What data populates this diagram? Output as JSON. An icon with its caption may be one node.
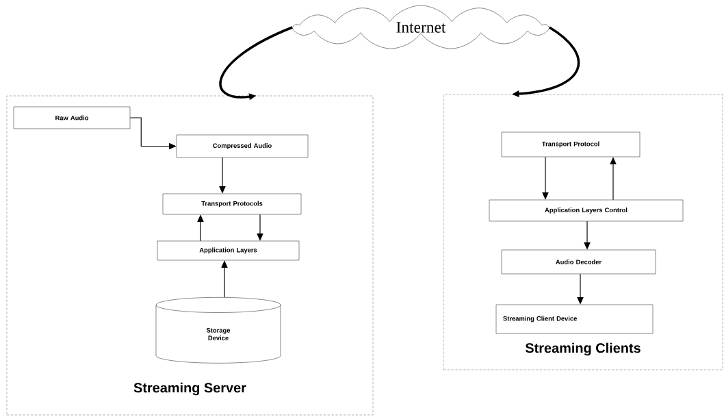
{
  "diagram": {
    "nodes": [
      {
        "text": [
          "Internet"
        ]
      },
      {
        "text": [
          "Streaming Server"
        ]
      },
      {
        "text": [
          "Raw Audio"
        ],
        "in": 1
      },
      {
        "text": [
          "Compressed Audio"
        ],
        "in": 1
      },
      {
        "text": [
          "Transport Protocols"
        ],
        "in": 1
      },
      {
        "text": [
          "Application Layers"
        ],
        "in": 1
      },
      {
        "text": [
          "Storage Device"
        ],
        "in": 1
      },
      {
        "text": [
          "Streaming Clients"
        ]
      },
      {
        "text": [
          "Transport Protocol"
        ],
        "in": 7
      },
      {
        "text": [
          "Application Layers Control"
        ],
        "in": 7
      },
      {
        "text": [
          "Audio Decoder"
        ],
        "in": 7
      },
      {
        "text": [
          "Streaming Client Device"
        ],
        "in": 7
      }
    ],
    "edges": [
      {
        "from": 0,
        "to": 1,
        "arrow": "to",
        "style": "thick"
      },
      {
        "from": 0,
        "to": 7,
        "arrow": "to",
        "style": "thick"
      },
      {
        "from": 2,
        "to": 3,
        "arrow": "to"
      },
      {
        "from": 3,
        "to": 4,
        "arrow": "to"
      },
      {
        "from": 5,
        "to": 4,
        "arrow": "to"
      },
      {
        "from": 4,
        "to": 5,
        "arrow": "to"
      },
      {
        "from": 6,
        "to": 5,
        "arrow": "to"
      },
      {
        "from": 8,
        "to": 9,
        "arrow": "to"
      },
      {
        "from": 9,
        "to": 8,
        "arrow": "to"
      },
      {
        "from": 9,
        "to": 10,
        "arrow": "to"
      },
      {
        "from": 10,
        "to": 11,
        "arrow": "to"
      }
    ]
  }
}
